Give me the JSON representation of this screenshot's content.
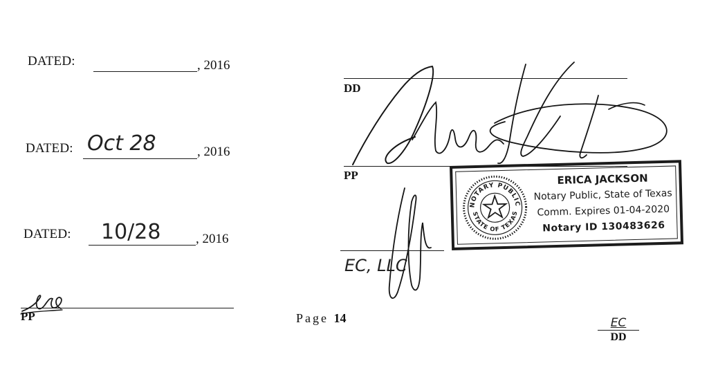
{
  "dated_rows": [
    {
      "label": "DATED:",
      "handwritten": "",
      "year": ", 2016"
    },
    {
      "label": "DATED:",
      "handwritten": "Oct 28",
      "year": ", 2016"
    },
    {
      "label": "DATED:",
      "handwritten": "10/28",
      "year": ", 2016"
    }
  ],
  "signatures": {
    "dd_label": "DD",
    "pp_label": "PP",
    "ec_handwritten": "EC, LLC",
    "bottom_left_pp_label": "PP"
  },
  "notary": {
    "name": "ERICA JACKSON",
    "title": "Notary Public, State of Texas",
    "expires": "Comm. Expires 01-04-2020",
    "id": "Notary ID 130483626",
    "seal_top_text": "NOTARY PUBLIC",
    "seal_bottom_text": "STATE OF TEXAS"
  },
  "footer": {
    "page_word": "Page",
    "page_number": "14"
  },
  "initials": {
    "top": "EC",
    "bottom": "DD"
  }
}
